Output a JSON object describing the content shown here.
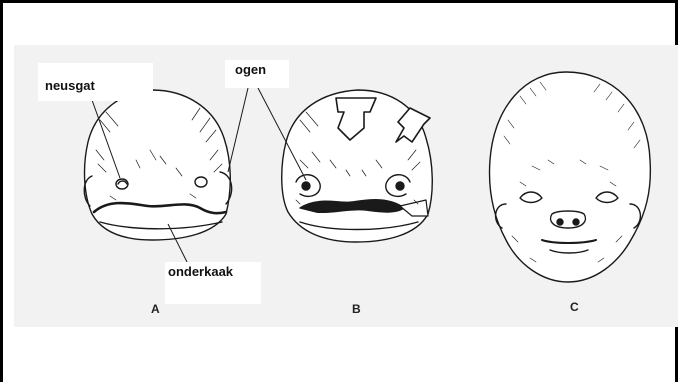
{
  "labels": {
    "nostril": "neusgat",
    "eyes": "ogen",
    "lower_jaw": "onderkaak"
  },
  "panels": [
    "A",
    "B",
    "C"
  ],
  "colors": {
    "background": "#ffffff",
    "scan_background": "#f2f2f2",
    "ink": "#1a1a1a",
    "frame": "#000000"
  }
}
